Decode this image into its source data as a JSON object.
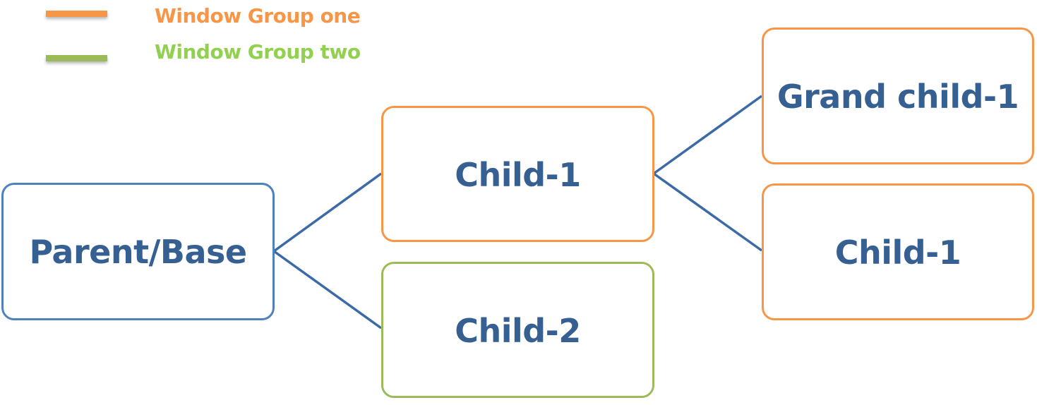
{
  "colors": {
    "group_one": "#F79646",
    "group_two": "#9BBB59",
    "group_two_text": "#92D050",
    "base": "#4F81BD",
    "label_text": "#376092",
    "connector": "#3C6AA6"
  },
  "legend": {
    "items": [
      {
        "label": "Window Group one",
        "color": "#F79646",
        "text_color": "#F79646"
      },
      {
        "label": "Window Group two",
        "color": "#9BBB59",
        "text_color": "#92D050"
      }
    ]
  },
  "diagram": {
    "nodes": [
      {
        "id": "parent",
        "label": "Parent/Base",
        "group": "base"
      },
      {
        "id": "child1",
        "label": "Child-1",
        "group": "Window Group one"
      },
      {
        "id": "child2",
        "label": "Child-2",
        "group": "Window Group two"
      },
      {
        "id": "grandchild1",
        "label": "Grand child-1",
        "group": "Window Group one"
      },
      {
        "id": "child1b",
        "label": "Child-1",
        "group": "Window Group one"
      }
    ],
    "edges": [
      {
        "from": "parent",
        "to": "child1"
      },
      {
        "from": "parent",
        "to": "child2"
      },
      {
        "from": "child1",
        "to": "grandchild1"
      },
      {
        "from": "child1",
        "to": "child1b"
      }
    ]
  }
}
